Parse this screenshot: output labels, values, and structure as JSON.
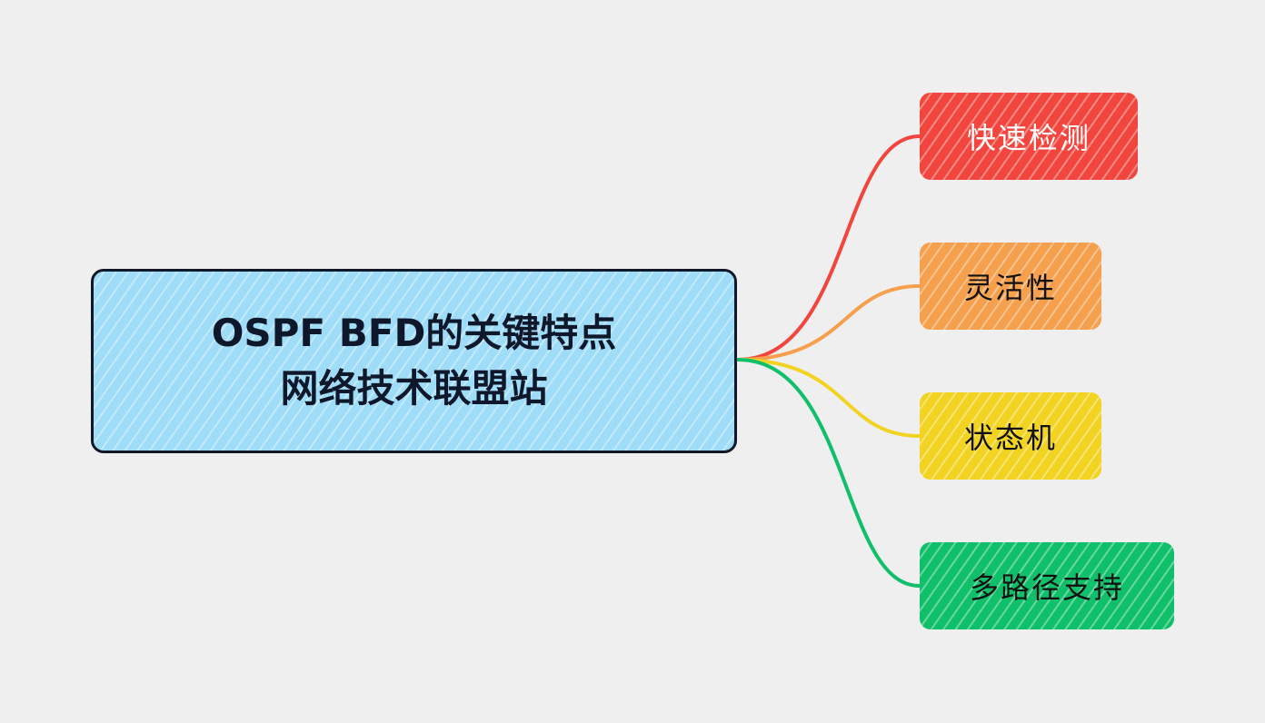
{
  "root": {
    "line1": "OSPF BFD的关键特点",
    "line2": "网络技术联盟站",
    "fill": "#9fdcf7",
    "border": "#111827"
  },
  "branches": [
    {
      "label": "快速检测",
      "fill": "#f2453d",
      "text_color": "#ffffff",
      "line_color": "#f2453d"
    },
    {
      "label": "灵活性",
      "fill": "#f6a04d",
      "text_color": "#111111",
      "line_color": "#f6a04d"
    },
    {
      "label": "状态机",
      "fill": "#f3d321",
      "text_color": "#111111",
      "line_color": "#f3d321"
    },
    {
      "label": "多路径支持",
      "fill": "#0fbf6a",
      "text_color": "#111111",
      "line_color": "#0fbf6a"
    }
  ]
}
